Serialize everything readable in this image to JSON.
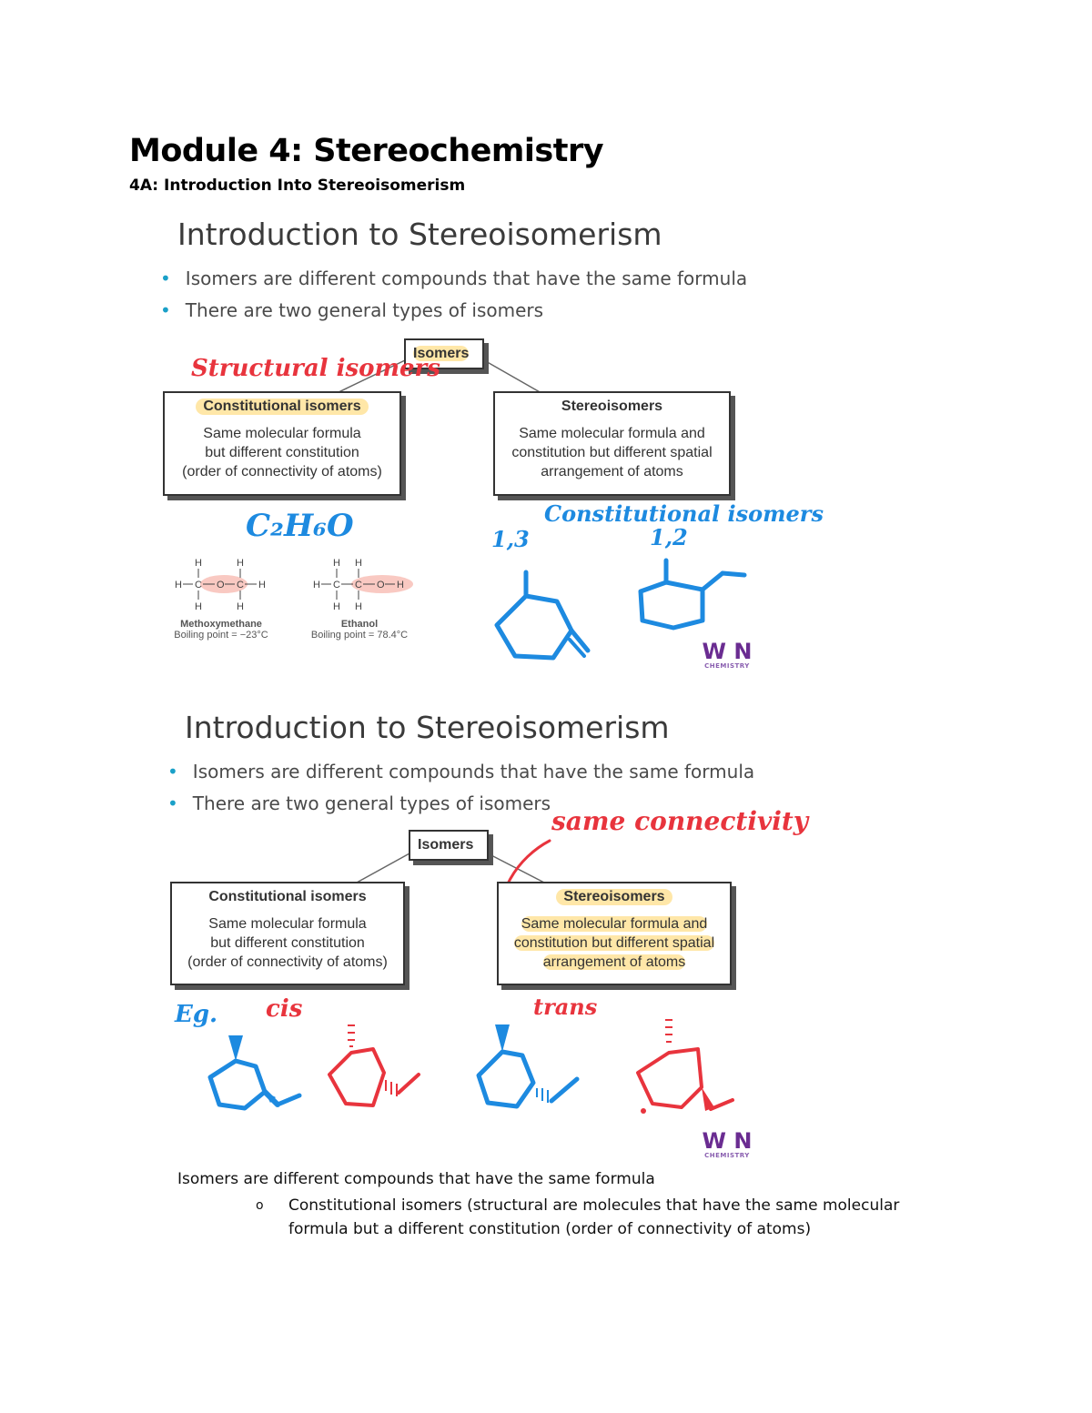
{
  "document": {
    "title": "Module 4: Stereochemistry",
    "subtitle": "4A: Introduction Into Stereoisomerism"
  },
  "slides": [
    {
      "heading": "Introduction to Stereoisomerism",
      "bullets": [
        "Isomers are different compounds that have the same formula",
        "There are two general types of isomers"
      ],
      "top_box": "Isomers",
      "left_box": {
        "title": "Constitutional isomers",
        "desc": [
          "Same molecular formula",
          "but different constitution",
          "(order of connectivity of atoms)"
        ]
      },
      "right_box": {
        "title": "Stereoisomers",
        "desc": [
          "Same molecular formula and",
          "constitution but different spatial",
          "arrangement of atoms"
        ]
      },
      "annotations": {
        "structural": "Structural isomers",
        "formula": "C₂H₆O",
        "constitutional": "Constitutional isomers",
        "one_three": "1,3",
        "one_two": "1,2"
      },
      "molecules": [
        {
          "name": "Methoxymethane",
          "bp": "Boiling point = −23°C"
        },
        {
          "name": "Ethanol",
          "bp": "Boiling point = 78.4°C"
        }
      ],
      "logo": {
        "text": "W  N",
        "sub": "CHEMISTRY"
      }
    },
    {
      "heading": "Introduction to Stereoisomerism",
      "bullets": [
        "Isomers are different compounds that have the same formula",
        "There are two general types of isomers"
      ],
      "top_box": "Isomers",
      "left_box": {
        "title": "Constitutional isomers",
        "desc": [
          "Same molecular formula",
          "but different constitution",
          "(order of connectivity of atoms)"
        ]
      },
      "right_box": {
        "title": "Stereoisomers",
        "desc": [
          "Same molecular formula and",
          "constitution but different spatial",
          "arrangement of atoms"
        ]
      },
      "annotations": {
        "same_connectivity": "same connectivity",
        "eg": "Eg.",
        "cis": "cis",
        "trans": "trans"
      },
      "logo": {
        "text": "W  N",
        "sub": "CHEMISTRY"
      }
    }
  ],
  "notes": {
    "line1": "Isomers are different compounds that have the same formula",
    "bullet_marker": "o",
    "sub_item": "Constitutional isomers (structural are molecules that have the same molecular formula but a different constitution (order of connectivity of atoms)"
  },
  "colors": {
    "red_ink": "#e8343d",
    "blue_ink": "#1d8ae0",
    "highlight_yellow": "#ffe7a8",
    "highlight_pink": "#f9c9c2",
    "bullet_teal": "#1aa0c8",
    "logo_purple": "#6a2c91"
  }
}
